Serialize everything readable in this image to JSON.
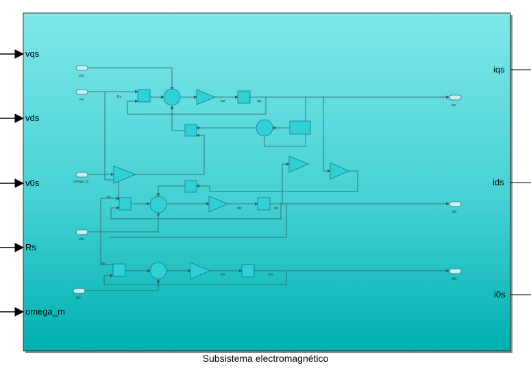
{
  "block": {
    "caption": "Subsistema electromagnético",
    "fill_top": "#7ee7ea",
    "fill_bottom": "#00b0b0",
    "border_color": "#333333"
  },
  "inports": [
    "vqs",
    "vds",
    "v0s",
    "Rs",
    "omega_m"
  ],
  "outports": [
    "iqs",
    "ids",
    "i0s"
  ],
  "internal": {
    "inports": [
      "vqs",
      "Rs",
      "omega_m",
      "vds",
      "v0s"
    ],
    "outports": [
      "iqs",
      "ids",
      "i0s"
    ],
    "signals": [
      "Rs",
      "iqs'",
      "iqs",
      "Rs",
      "ids'",
      "ids",
      "Rs",
      "i0s'",
      "i0s"
    ]
  },
  "colors": {
    "block_fill": "#2fd0d6",
    "block_stroke": "#127a7d",
    "line": "#2d5a5b",
    "port_fill": "#cdeeee"
  }
}
